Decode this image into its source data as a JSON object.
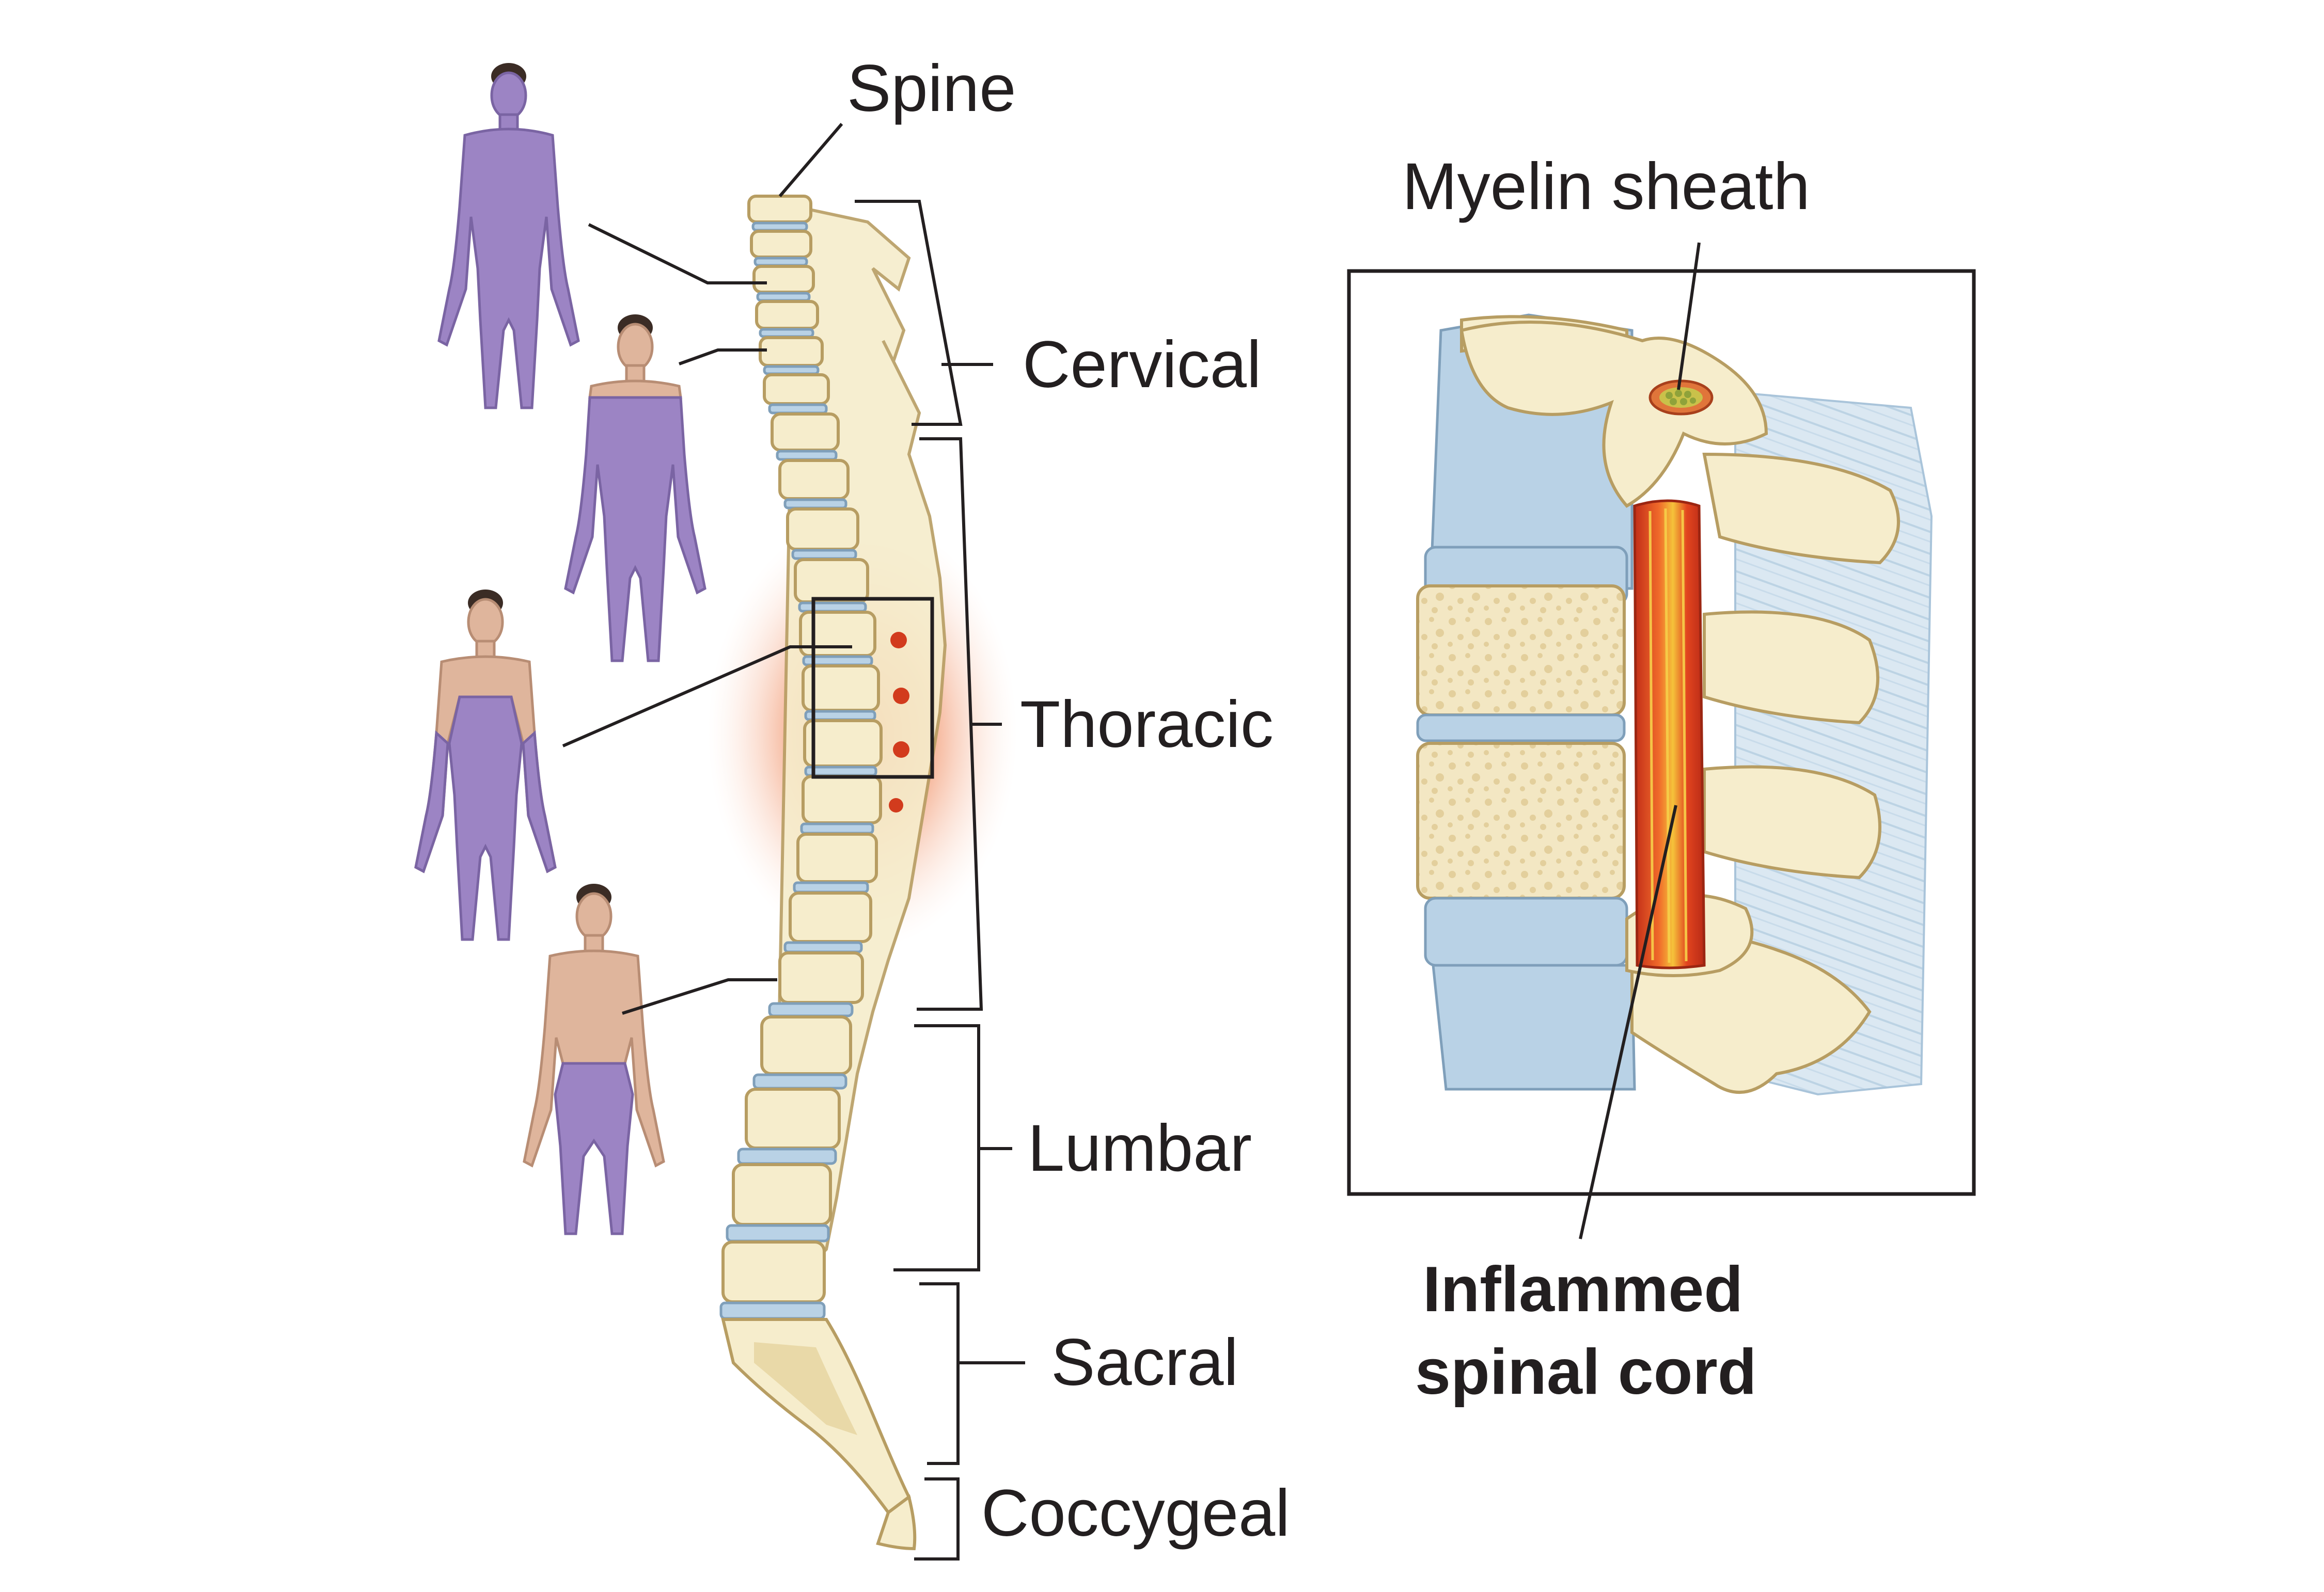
{
  "labels": {
    "spine": "Spine",
    "cervical": "Cervical",
    "thoracic": "Thoracic",
    "lumbar": "Lumbar",
    "sacral": "Sacral",
    "coccygeal": "Coccygeal",
    "myelin_sheath": "Myelin sheath",
    "inflamed_line1": "Inflammed",
    "inflamed_line2": "spinal cord"
  },
  "colors": {
    "affected_area": "#9c84c4",
    "skin": "#dfb59c",
    "bone": "#f6edcc",
    "disc": "#b9d2e6",
    "inflammation": "#e8502a",
    "spinal_cord": "#d93a1e",
    "text": "#231f20"
  }
}
